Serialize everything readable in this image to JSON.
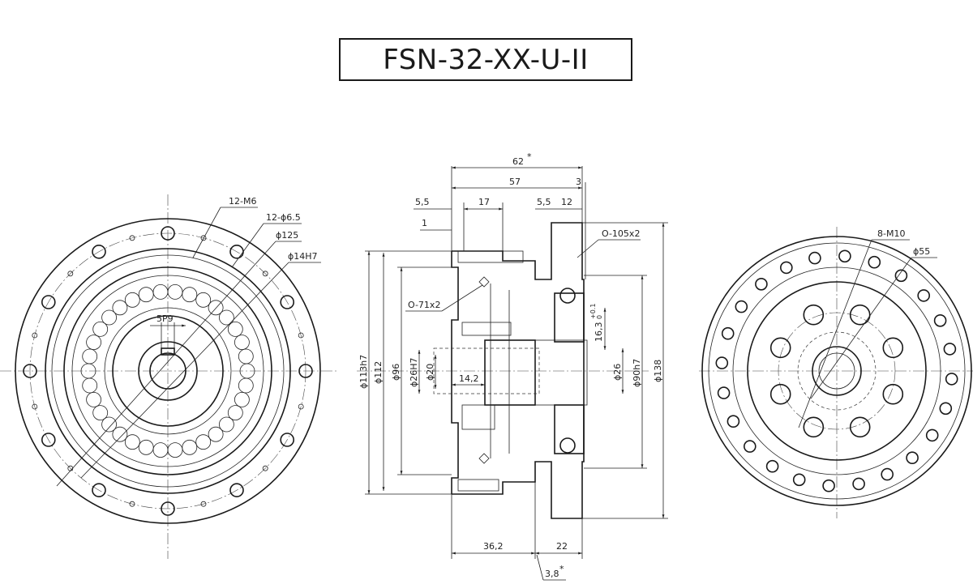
{
  "title": "FSN-32-XX-U-II",
  "left_view": {
    "labels": {
      "holes_thread": "12-M6",
      "holes_through": "12-ϕ6.5",
      "pcd": "ϕ125",
      "bore": "ϕ14H7",
      "key": "5P9"
    }
  },
  "section_view": {
    "top_dims": {
      "overall": "62",
      "overall_mark": "*",
      "body": "57",
      "flange": "3",
      "left_step": "5,5",
      "left_width": "17",
      "mid_step": "5,5",
      "right_width": "12",
      "small": "1"
    },
    "oring_right": "O-105x2",
    "oring_left": "O-71x2",
    "left_diameters": [
      "ϕ113h7",
      "ϕ112",
      "ϕ96",
      "ϕ26H7",
      "ϕ20"
    ],
    "inner_dim": "14,2",
    "key_depth": "16,3",
    "key_tol_upper": "+0.1",
    "key_tol_lower": "0",
    "right_diameters": [
      "ϕ26",
      "ϕ90h7",
      "ϕ138"
    ],
    "bottom_dims": {
      "left": "36,2",
      "right": "22",
      "small": "3,8",
      "small_mark": "*"
    }
  },
  "right_view": {
    "labels": {
      "holes": "8-M10",
      "pcd": "ϕ55"
    }
  }
}
